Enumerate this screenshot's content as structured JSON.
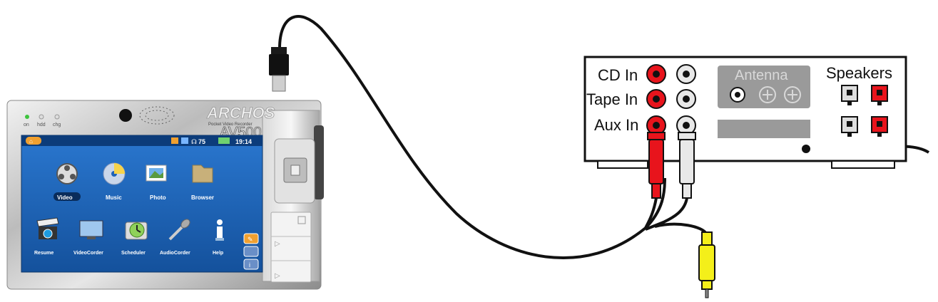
{
  "device": {
    "brand": "ARCHOS",
    "tagline": "Pocket Video Recorder",
    "model": "AV500",
    "led_labels": [
      "on",
      "hdd",
      "chg"
    ],
    "status": {
      "volume": "75",
      "time": "19:14"
    },
    "menu_row1": [
      {
        "label": "Video",
        "icon": "film-reel-icon"
      },
      {
        "label": "Music",
        "icon": "cd-icon"
      },
      {
        "label": "Photo",
        "icon": "photos-icon"
      },
      {
        "label": "Browser",
        "icon": "folder-icon"
      }
    ],
    "menu_row2": [
      {
        "label": "Resume",
        "icon": "clapper-icon"
      },
      {
        "label": "VideoCorder",
        "icon": "tv-icon"
      },
      {
        "label": "Scheduler",
        "icon": "clock-icon"
      },
      {
        "label": "AudioCorder",
        "icon": "microphone-icon"
      },
      {
        "label": "Help",
        "icon": "info-icon"
      }
    ]
  },
  "receiver": {
    "inputs": [
      "CD In",
      "Tape In",
      "Aux In"
    ],
    "antenna_label": "Antenna",
    "speakers_label": "Speakers"
  },
  "colors": {
    "screen_blue": "#1e63b8",
    "rca_red": "#e8141c",
    "rca_white": "#e8e8e8",
    "rca_yellow": "#f4ef1a",
    "speaker_red": "#e8141c"
  }
}
